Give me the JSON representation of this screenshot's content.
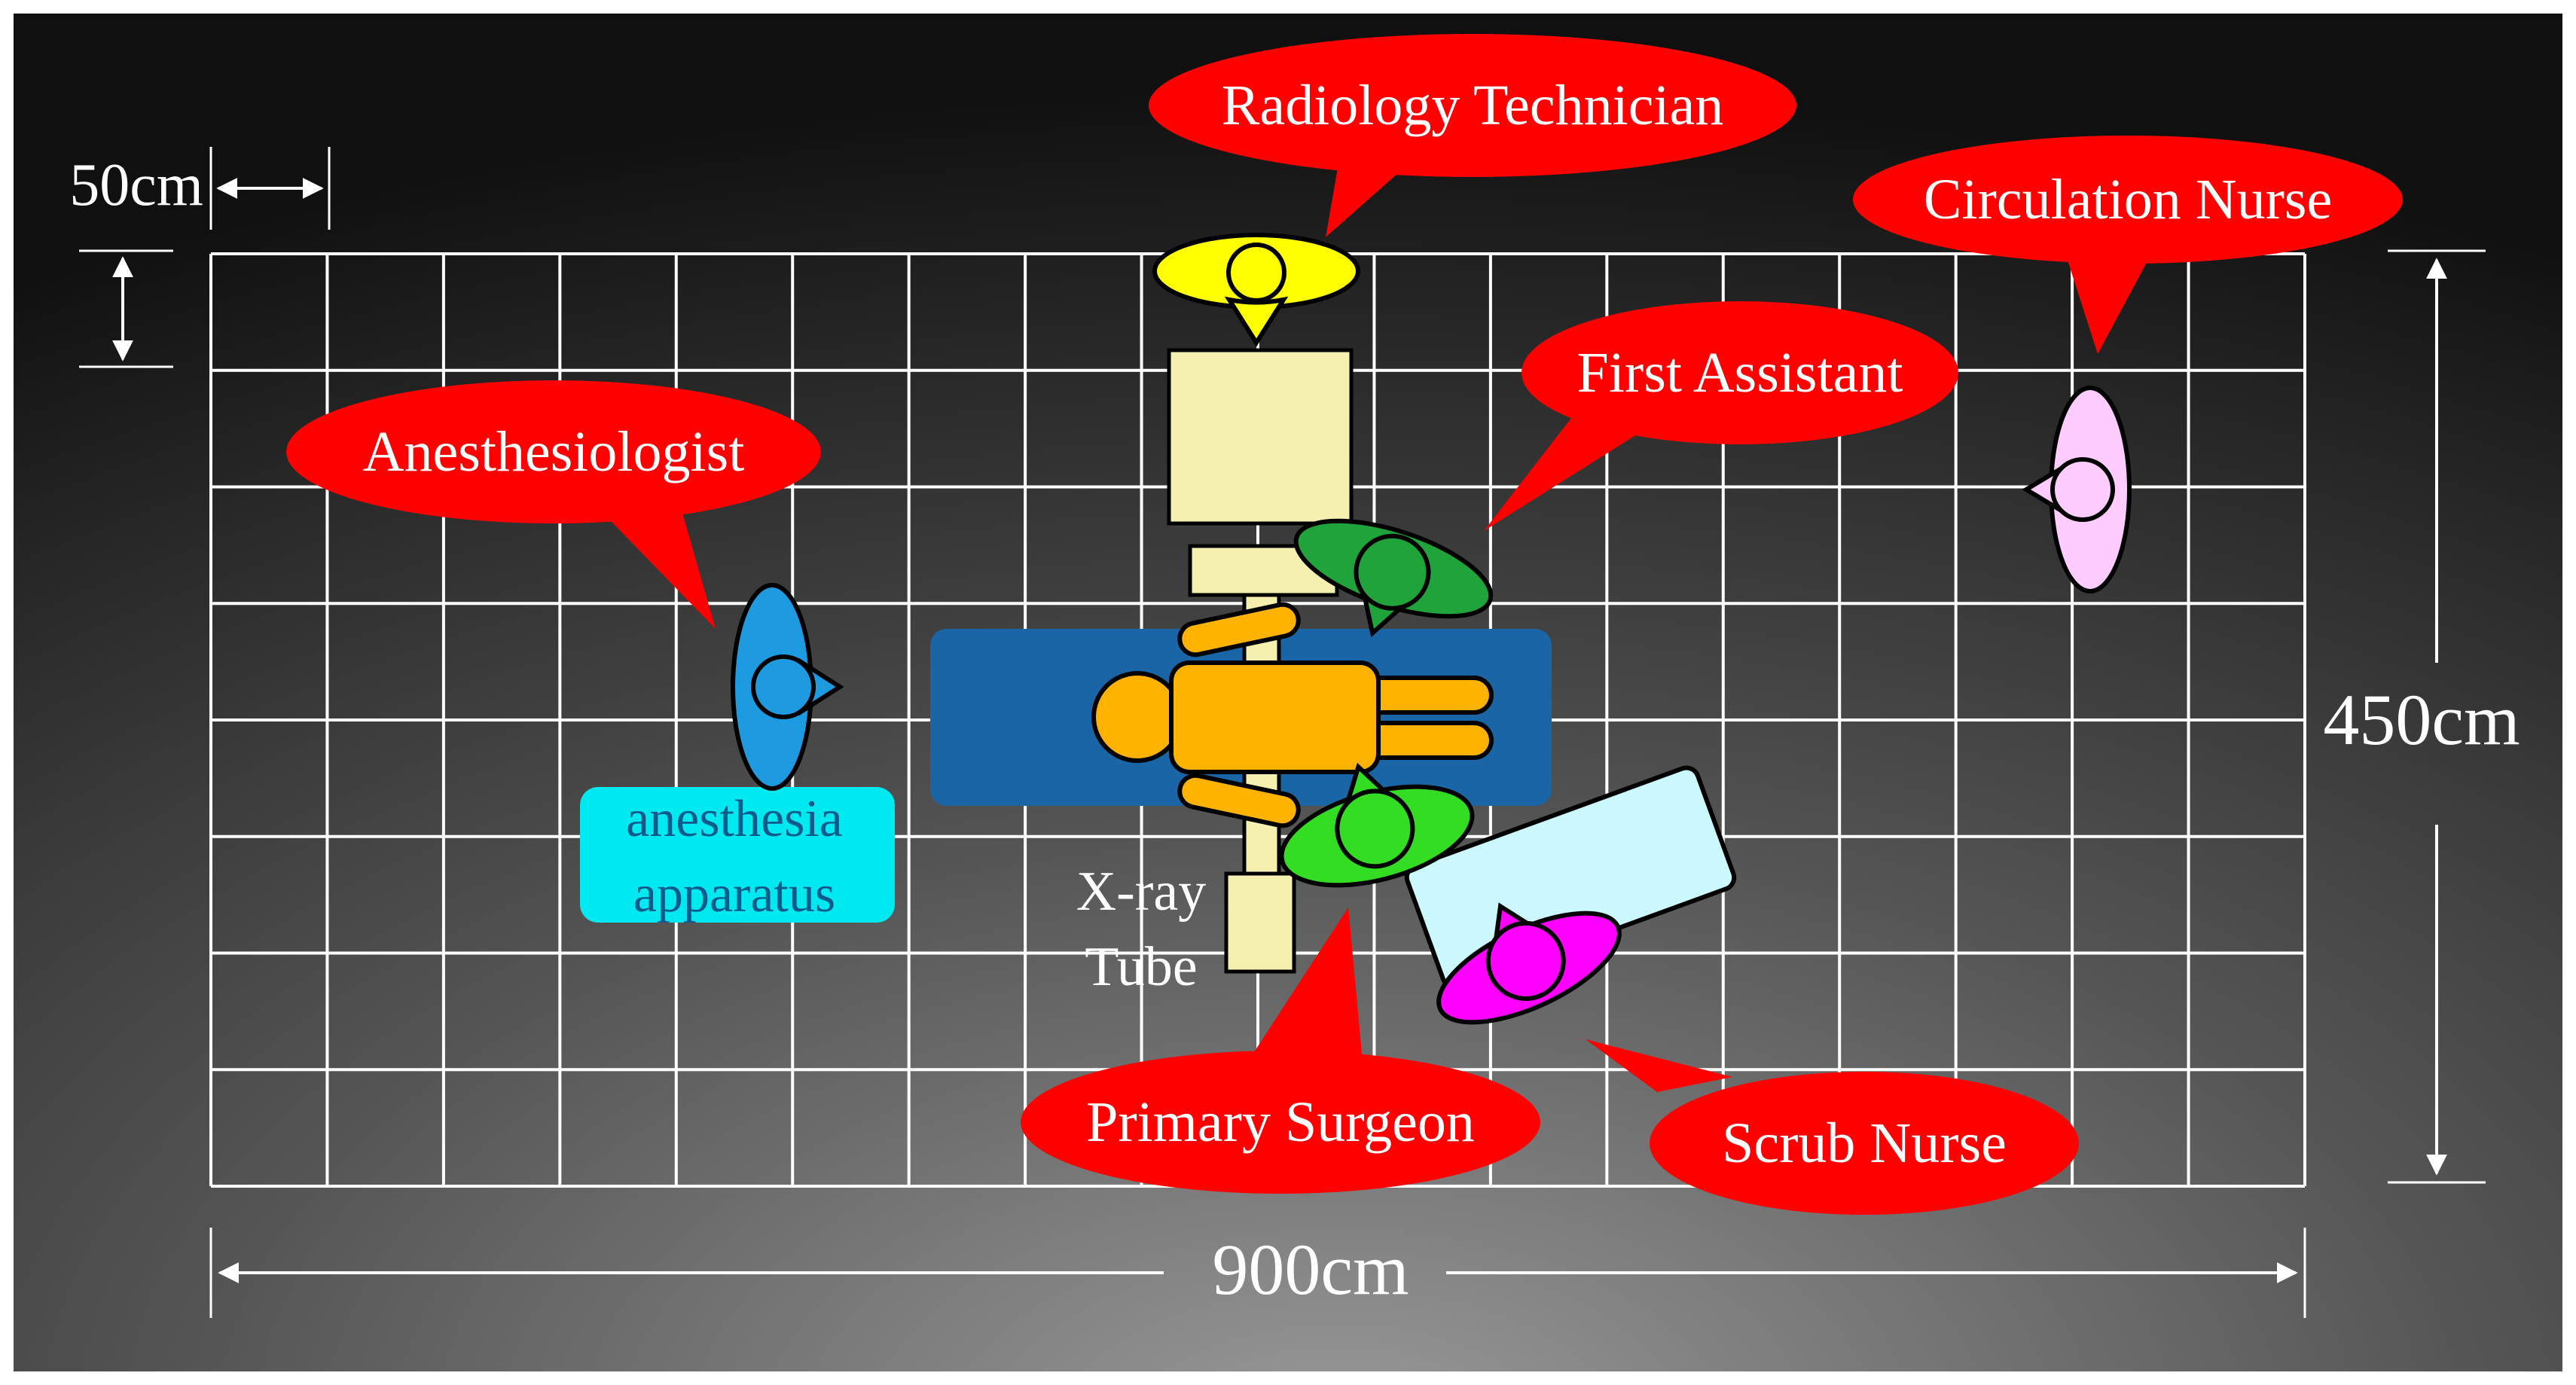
{
  "scale": {
    "cell_label": "50cm",
    "width_label": "900cm",
    "height_label": "450cm"
  },
  "grid": {
    "columns": 18,
    "rows": 8
  },
  "equipment": {
    "anesthesia_label_line1": "anesthesia",
    "anesthesia_label_line2": "apparatus",
    "xray_label_line1": "X-ray",
    "xray_label_line2": "Tube"
  },
  "callouts": {
    "radiology_technician": "Radiology Technician",
    "circulation_nurse": "Circulation Nurse",
    "first_assistant": "First Assistant",
    "anesthesiologist": "Anesthesiologist",
    "primary_surgeon": "Primary Surgeon",
    "scrub_nurse": "Scrub Nurse"
  },
  "colors": {
    "callout": "#ff0000",
    "radiology_technician": "#ffff00",
    "circulation_nurse": "#ffccff",
    "first_assistant": "#1fa33a",
    "anesthesiologist": "#1e9be0",
    "primary_surgeon": "#33dd22",
    "scrub_nurse": "#ff00ff",
    "operating_table": "#1a65a6",
    "patient": "#ffb300",
    "xray_equipment": "#f5f0b0",
    "anesthesia_apparatus": "#00e8f0",
    "instrument_table": "#ccf8ff",
    "grid": "#ffffff"
  }
}
